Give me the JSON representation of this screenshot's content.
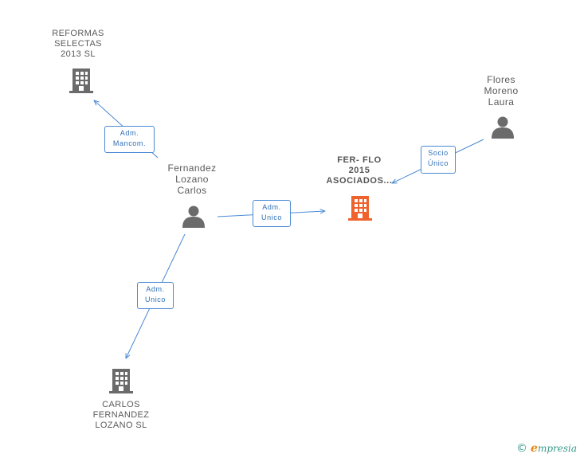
{
  "nodes": {
    "reformas": {
      "lines": [
        "REFORMAS",
        "SELECTAS",
        "2013 SL"
      ],
      "icon": "building-icon",
      "color": "#6b6b6b"
    },
    "fernandez": {
      "lines": [
        "Fernandez",
        "Lozano",
        "Carlos"
      ],
      "icon": "person-icon",
      "color": "#6b6b6b"
    },
    "flores": {
      "lines": [
        "Flores",
        "Moreno",
        "Laura"
      ],
      "icon": "person-icon",
      "color": "#6b6b6b"
    },
    "ferflo": {
      "lines": [
        "FER- FLO",
        "2015",
        "ASOCIADOS..."
      ],
      "icon": "building-icon",
      "color": "#f0622d"
    },
    "carlos_sl": {
      "lines": [
        "CARLOS",
        "FERNANDEZ",
        "LOZANO SL"
      ],
      "icon": "building-icon",
      "color": "#6b6b6b"
    }
  },
  "edges": {
    "adm_mancom": [
      "Adm.",
      "Mancom."
    ],
    "adm_unico_1": [
      "Adm.",
      "Unico"
    ],
    "adm_unico_2": [
      "Adm.",
      "Unico"
    ],
    "socio_unico": [
      "Socio",
      "Único"
    ]
  },
  "colors": {
    "edge": "#4a8ad4",
    "accent": "#f0622d",
    "icon_gray": "#6b6b6b"
  },
  "brand": {
    "symbol": "©",
    "initial": "e",
    "rest": "mpresia"
  }
}
